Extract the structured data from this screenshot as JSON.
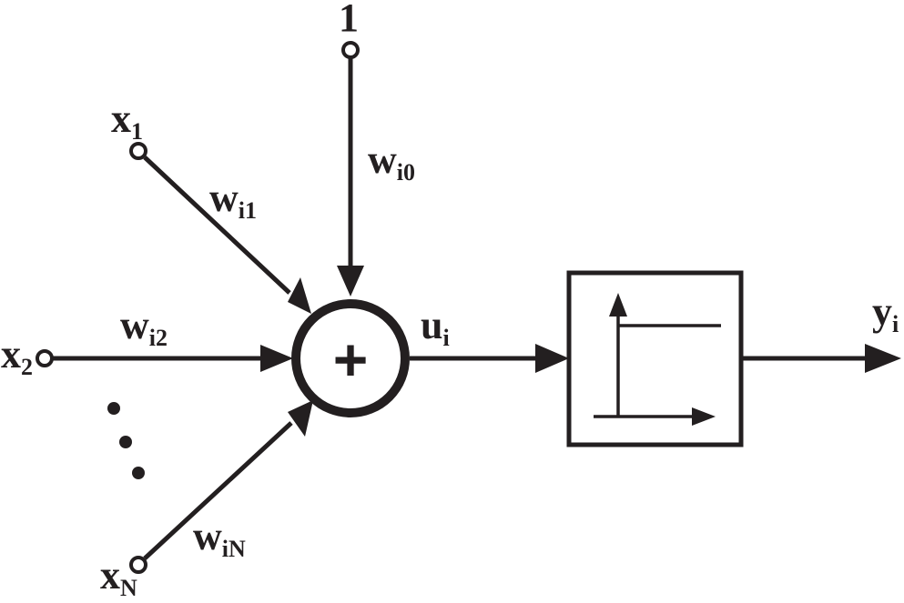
{
  "inputs": {
    "bias": {
      "text": "1"
    },
    "x1": {
      "base": "x",
      "sub": "1"
    },
    "x2": {
      "base": "x",
      "sub": "2"
    },
    "xN": {
      "base": "x",
      "sub": "N"
    }
  },
  "weights": {
    "wi0": {
      "base": "w",
      "sub": "i0"
    },
    "wi1": {
      "base": "w",
      "sub": "i1"
    },
    "wi2": {
      "base": "w",
      "sub": "i2"
    },
    "wiN": {
      "base": "w",
      "sub": "iN"
    }
  },
  "summation": {
    "symbol": "+"
  },
  "net_input": {
    "base": "u",
    "sub": "i"
  },
  "output": {
    "base": "y",
    "sub": "i"
  },
  "activation": {
    "icon": "step-function-icon"
  },
  "colors": {
    "ink": "#231f20",
    "background": "#ffffff"
  }
}
